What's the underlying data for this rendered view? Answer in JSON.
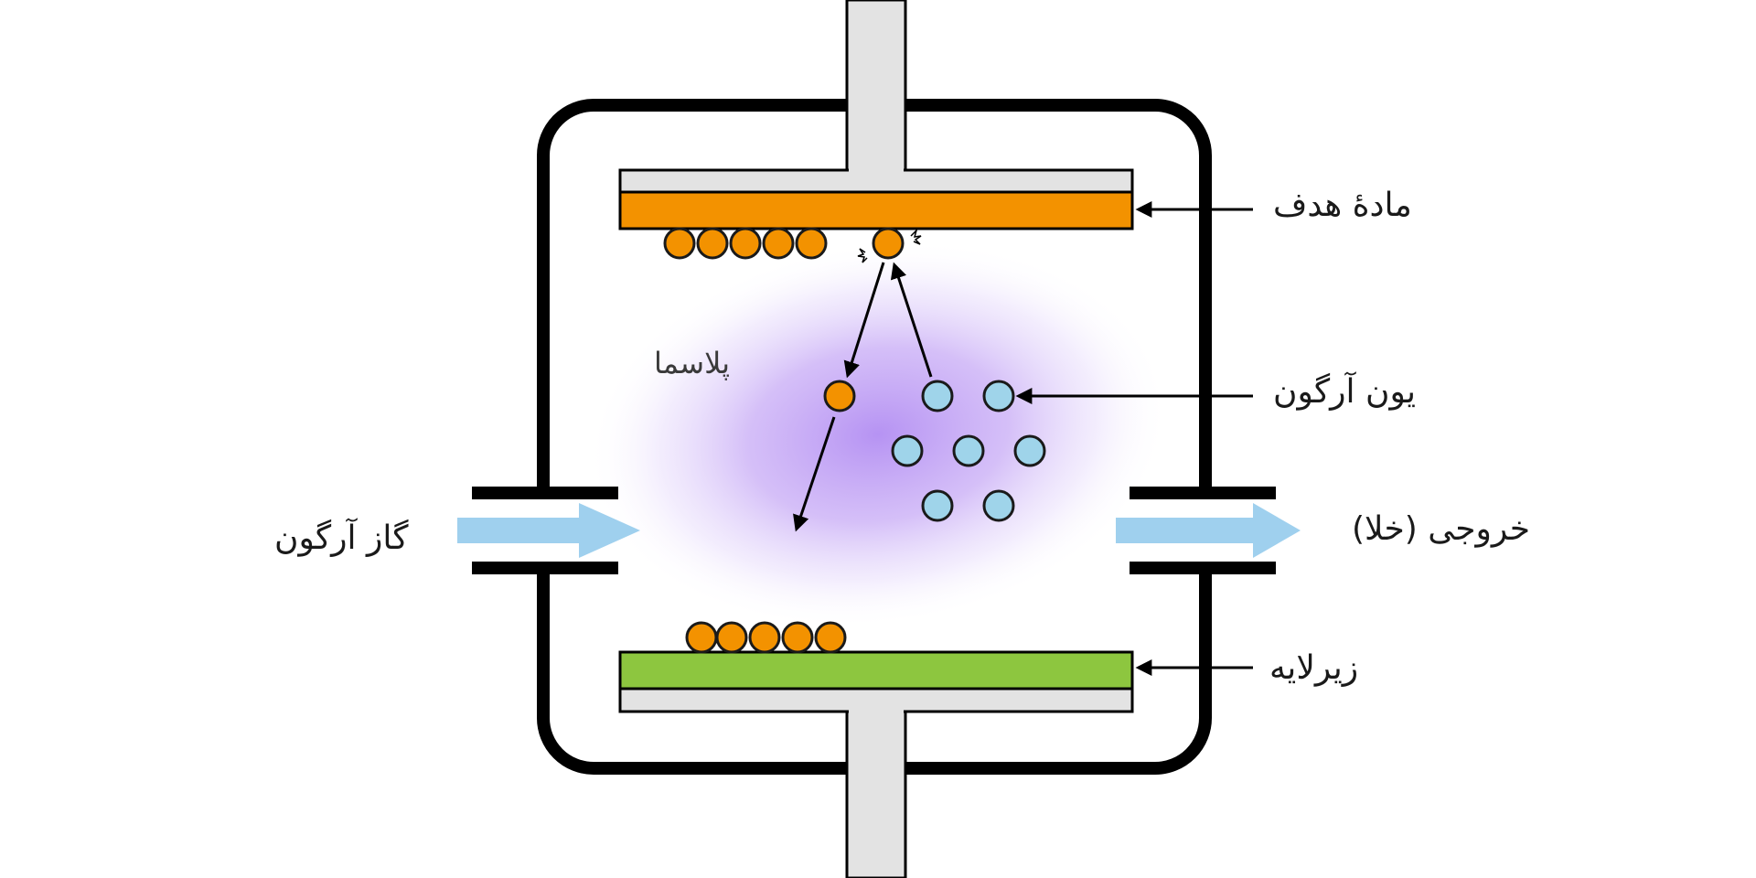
{
  "labels": {
    "target_material": "مادهٔ هدف",
    "argon_ion": "یون آرگون",
    "argon_gas": "گاز آرگون",
    "outlet_vacuum": "خروجی (خلا)",
    "substrate": "زیرلایه",
    "plasma": "پلاسما"
  },
  "colors": {
    "target": "#f39200",
    "substrate": "#8dc63f",
    "argon_ion": "#9fd4ea",
    "gas_flow": "#9fd0ee",
    "plasma": "#b58cf2",
    "holder": "#e3e3e3",
    "outline": "#000000"
  },
  "counts": {
    "target_particles_on_target_row": 5,
    "deposited_particles_on_substrate": 5,
    "argon_ions": 7
  }
}
